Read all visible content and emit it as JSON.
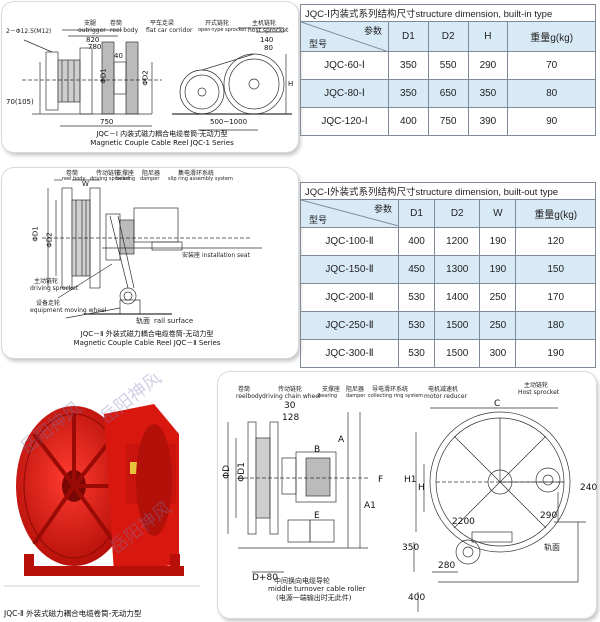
{
  "table1": {
    "title": "JQC-Ⅰ内装式系列结构尺寸structure dimension, built-in type",
    "corner_param": "参数",
    "corner_model": "型号",
    "columns": [
      "D1",
      "D2",
      "H",
      "重量g(kg)"
    ],
    "rows": [
      {
        "model": "JQC-60-Ⅰ",
        "d1": "350",
        "d2": "550",
        "h": "290",
        "weight": "70"
      },
      {
        "model": "JQC-80-Ⅰ",
        "d1": "350",
        "d2": "650",
        "h": "350",
        "weight": "80"
      },
      {
        "model": "JQC-120-Ⅰ",
        "d1": "400",
        "d2": "750",
        "h": "390",
        "weight": "90"
      }
    ]
  },
  "table2": {
    "title": "JQC-Ⅰ外装式系列结构尺寸structure dimension, built-out type",
    "corner_param": "参数",
    "corner_model": "型号",
    "columns": [
      "D1",
      "D2",
      "W",
      "重量g(kg)"
    ],
    "rows": [
      {
        "model": "JQC-100-Ⅱ",
        "d1": "400",
        "d2": "1200",
        "w": "190",
        "weight": "120"
      },
      {
        "model": "JQC-150-Ⅱ",
        "d1": "450",
        "d2": "1300",
        "w": "190",
        "weight": "150"
      },
      {
        "model": "JQC-200-Ⅱ",
        "d1": "530",
        "d2": "1400",
        "w": "250",
        "weight": "170"
      },
      {
        "model": "JQC-250-Ⅱ",
        "d1": "530",
        "d2": "1500",
        "w": "250",
        "weight": "180"
      },
      {
        "model": "JQC-300-Ⅱ",
        "d1": "530",
        "d2": "1500",
        "w": "300",
        "weight": "190"
      }
    ]
  },
  "diagram1": {
    "caption_cn": "JQC－Ⅰ 内装式磁力耦合电缆卷筒-无动力型",
    "caption_en": "Magnetic Couple Cable Reel JQC-1 Series",
    "labels": {
      "bolt": "2－Φ12.5(M12)",
      "outrigger_cn": "支腿",
      "outrigger_en": "outrigger",
      "reel_cn": "卷筒",
      "reel_en": "reel body",
      "corridor_cn": "平车走梁",
      "corridor_en": "flat car corridor",
      "sprocket_cn": "开式链轮",
      "sprocket_en": "open-type sprocket",
      "host_cn": "主机链轮",
      "host_en": "host sprocket"
    },
    "dims": {
      "d820": "820",
      "d780": "780",
      "d40": "40",
      "d1": "ΦD1",
      "d2": "ΦD2",
      "d70": "70(105)",
      "d750": "750",
      "d140": "140",
      "d80": "80",
      "dh": "H",
      "d500_1000": "500~1000"
    }
  },
  "diagram2": {
    "caption_cn": "JQC－Ⅱ 外装式磁力耦合电缆卷筒-无动力型",
    "caption_en": "Magnetic Couple Cable Reel JQC－Ⅱ Series",
    "labels": {
      "reel_cn": "卷筒",
      "reel_en": "reel body",
      "sprocket_cn": "传动链轮",
      "sprocket_en": "driving sprocket",
      "bearing_cn": "支撑座",
      "bearing_en": "bearing",
      "damper_cn": "阻尼器",
      "damper_en": "damper",
      "slip_cn": "集电滑环系统",
      "slip_en": "slip ring assembly system",
      "seat_cn": "安装座",
      "seat_en": "installation seat",
      "drive_cn": "主动链轮",
      "drive_en": "driving sprocket",
      "wheel_cn": "设备走轮",
      "wheel_en": "equipment moving wheel",
      "rail_cn": "轨面",
      "rail_en": "rail surface"
    },
    "dims": {
      "w": "W",
      "d1": "ΦD1",
      "d2": "ΦD2"
    }
  },
  "diagram3": {
    "labels": {
      "reel_cn": "卷筒",
      "reel_en": "reelbody",
      "chain_cn": "传动链轮",
      "chain_en": "driving chain wheel",
      "bearing_cn": "支撑座",
      "bearing_en": "bearing",
      "damper_cn": "阻尼器",
      "damper_en": "damper",
      "slip_cn": "导电滑环系统",
      "slip_en": "collecting ring system",
      "motor_cn": "电机减速机",
      "motor_en": "motor reducer",
      "host_cn": "主动链轮",
      "host_en": "Host sprocket",
      "roller_cn": "中间换向电缆导轮",
      "roller_en": "middle turnover cable roller",
      "note": "(电源一端输出时无此件)",
      "rail": "轨面"
    },
    "dims": {
      "d30": "30",
      "d128": "128",
      "dd": "ΦD",
      "dd1": "ΦD1",
      "da": "A",
      "da1": "A1",
      "db": "B",
      "de": "E",
      "df": "F",
      "dd80": "D+80",
      "dc": "C",
      "dh1": "H1",
      "dh": "H",
      "d240": "240",
      "d290": "290",
      "d2200": "2200",
      "d350": "350",
      "d280": "280",
      "d400": "400"
    }
  },
  "photo": {
    "caption": "JQC-Ⅱ 外装式磁力耦合电缆卷筒-无动力型",
    "watermark": "岳阳神风"
  }
}
